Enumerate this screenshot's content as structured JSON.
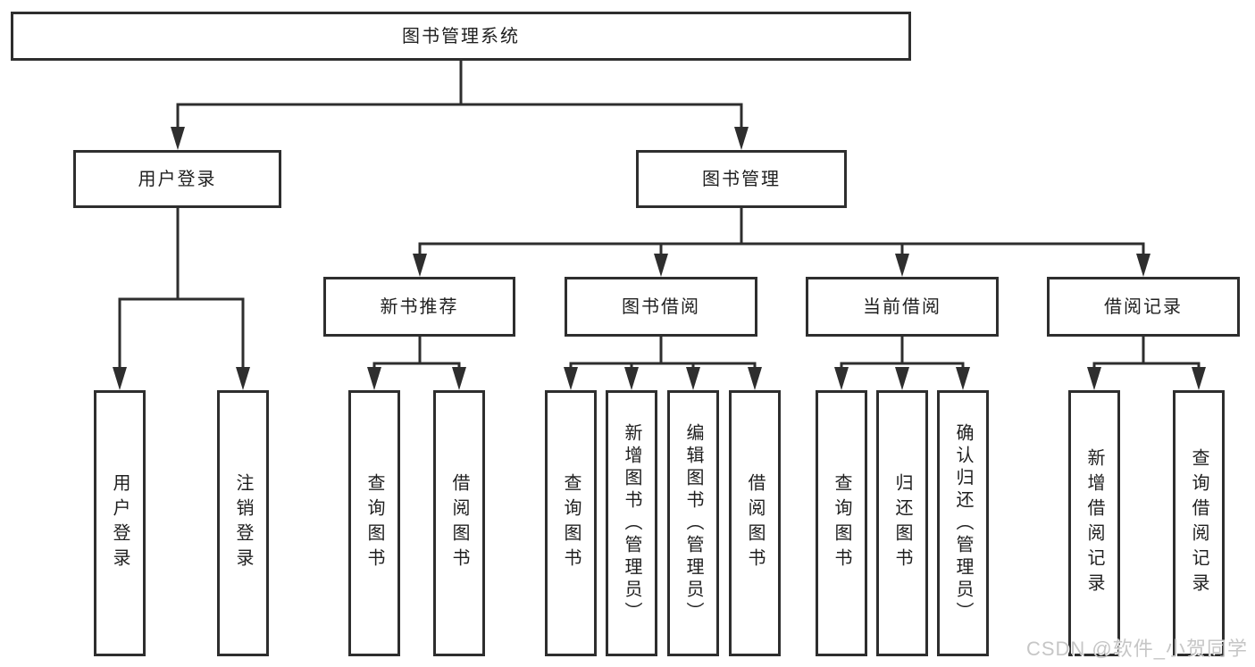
{
  "diagram": {
    "root": "图书管理系统",
    "level2": [
      {
        "label": "用户登录",
        "children": [
          "用户登录",
          "注销登录"
        ]
      },
      {
        "label": "图书管理",
        "children": [
          {
            "label": "新书推荐",
            "children": [
              "查询图书",
              "借阅图书"
            ]
          },
          {
            "label": "图书借阅",
            "children": [
              "查询图书",
              "新增图书（管理员）",
              "编辑图书（管理员）",
              "借阅图书"
            ]
          },
          {
            "label": "当前借阅",
            "children": [
              "查询图书",
              "归还图书",
              "确认归还（管理员）"
            ]
          },
          {
            "label": "借阅记录",
            "children": [
              "新增借阅记录",
              "查询借阅记录"
            ]
          }
        ]
      }
    ]
  },
  "watermark": "CSDN @软件_小贺同学",
  "colors": {
    "line": "#2e2e2e",
    "box_border": "#2e2e2e",
    "text": "#1f1f1f",
    "watermark": "#c6c6c6",
    "background": "#ffffff"
  }
}
